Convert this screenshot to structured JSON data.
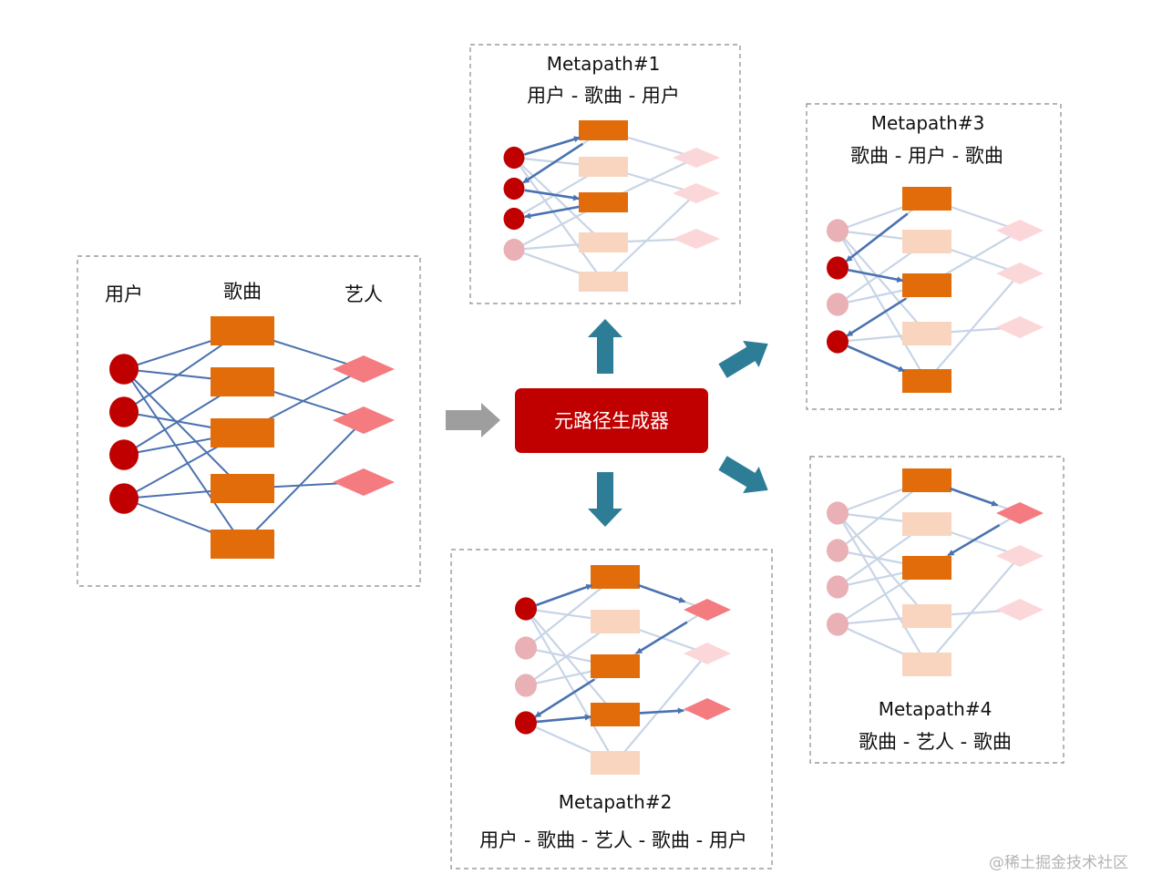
{
  "colors": {
    "user": "#c00000",
    "user_faded": "#e9b0b6",
    "song": "#e36c0a",
    "song_faded": "#f9d5c0",
    "artist": "#f47b80",
    "artist_faded": "#fcd7d9",
    "edge": "#4a72b0",
    "edge_faded": "#c8d5e6",
    "generator": "#c00000",
    "arrow_teal": "#2e7d96",
    "arrow_gray": "#9e9e9e",
    "box_border": "#888888"
  },
  "source_graph": {
    "col_user": "用户",
    "col_song": "歌曲",
    "col_artist": "艺人"
  },
  "generator": {
    "label": "元路径生成器"
  },
  "metapaths": [
    {
      "id": "m1",
      "title": "Metapath#1",
      "path": "用户 - 歌曲 - 用户"
    },
    {
      "id": "m2",
      "title": "Metapath#2",
      "path": "用户 - 歌曲 - 艺人 - 歌曲 - 用户"
    },
    {
      "id": "m3",
      "title": "Metapath#3",
      "path": "歌曲 - 用户 - 歌曲"
    },
    {
      "id": "m4",
      "title": "Metapath#4",
      "path": "歌曲 - 艺人 - 歌曲"
    }
  ],
  "watermark": "@稀土掘金技术社区"
}
